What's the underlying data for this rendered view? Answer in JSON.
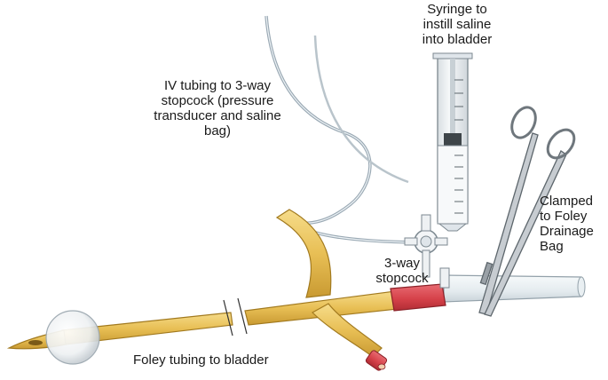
{
  "labels": {
    "syringe": "Syringe to\ninstill saline\ninto bladder",
    "iv_tubing": "IV tubing to 3-way\nstopcock (pressure\ntransducer and saline\nbag)",
    "clamp": "Clamped\nto Foley\nDrainage\nBag",
    "stopcock": "3-way\nstopcock",
    "foley": "Foley tubing to bladder"
  },
  "colors": {
    "foley_tube": "#e9c25a",
    "foley_outline": "#a27a1f",
    "connector_red": "#d6424a",
    "syringe_barrel": "#eef1f3",
    "iv_line": "#9aa9b4",
    "clamp_metal": "#8b9096",
    "drain_tube": "#e8eef1"
  }
}
